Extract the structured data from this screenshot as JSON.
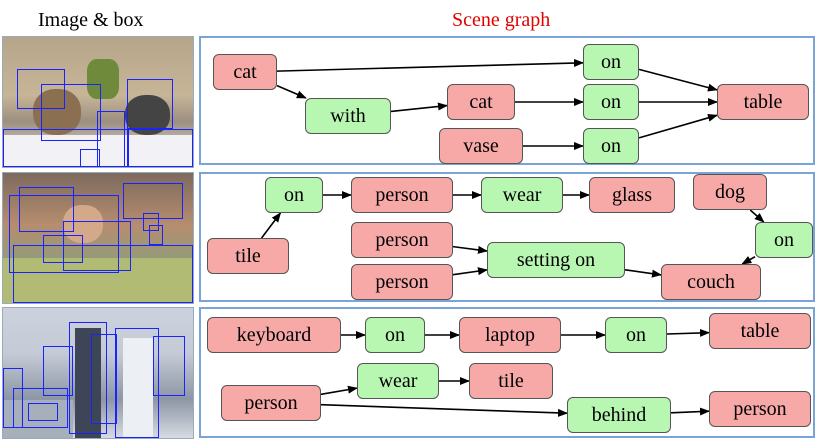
{
  "headers": {
    "left": "Image & box",
    "right": "Scene graph"
  },
  "rows": [
    {
      "nodes": [
        {
          "id": "cat",
          "label": "cat",
          "kind": "object"
        },
        {
          "id": "with",
          "label": "with",
          "kind": "relation"
        },
        {
          "id": "cat2",
          "label": "cat",
          "kind": "object"
        },
        {
          "id": "vase",
          "label": "vase",
          "kind": "object"
        },
        {
          "id": "on1",
          "label": "on",
          "kind": "relation"
        },
        {
          "id": "on2",
          "label": "on",
          "kind": "relation"
        },
        {
          "id": "on3",
          "label": "on",
          "kind": "relation"
        },
        {
          "id": "table",
          "label": "table",
          "kind": "object"
        }
      ],
      "edges": [
        [
          "cat",
          "on1"
        ],
        [
          "cat",
          "with"
        ],
        [
          "with",
          "cat2"
        ],
        [
          "cat2",
          "on2"
        ],
        [
          "vase",
          "on3"
        ],
        [
          "on1",
          "table"
        ],
        [
          "on2",
          "table"
        ],
        [
          "on3",
          "table"
        ]
      ]
    },
    {
      "nodes": [
        {
          "id": "tile",
          "label": "tile",
          "kind": "object"
        },
        {
          "id": "on",
          "label": "on",
          "kind": "relation"
        },
        {
          "id": "person",
          "label": "person",
          "kind": "object"
        },
        {
          "id": "wear",
          "label": "wear",
          "kind": "relation"
        },
        {
          "id": "glass",
          "label": "glass",
          "kind": "object"
        },
        {
          "id": "dog",
          "label": "dog",
          "kind": "object"
        },
        {
          "id": "on2",
          "label": "on",
          "kind": "relation"
        },
        {
          "id": "person2",
          "label": "person",
          "kind": "object"
        },
        {
          "id": "person3",
          "label": "person",
          "kind": "object"
        },
        {
          "id": "setting",
          "label": "setting on",
          "kind": "relation"
        },
        {
          "id": "couch",
          "label": "couch",
          "kind": "object"
        }
      ],
      "edges": [
        [
          "tile",
          "on"
        ],
        [
          "on",
          "person"
        ],
        [
          "person",
          "wear"
        ],
        [
          "wear",
          "glass"
        ],
        [
          "dog",
          "on2"
        ],
        [
          "on2",
          "couch"
        ],
        [
          "person2",
          "setting"
        ],
        [
          "person3",
          "setting"
        ],
        [
          "setting",
          "couch"
        ]
      ]
    },
    {
      "nodes": [
        {
          "id": "keyboard",
          "label": "keyboard",
          "kind": "object"
        },
        {
          "id": "on1",
          "label": "on",
          "kind": "relation"
        },
        {
          "id": "laptop",
          "label": "laptop",
          "kind": "object"
        },
        {
          "id": "on2",
          "label": "on",
          "kind": "relation"
        },
        {
          "id": "table",
          "label": "table",
          "kind": "object"
        },
        {
          "id": "person",
          "label": "person",
          "kind": "object"
        },
        {
          "id": "wear",
          "label": "wear",
          "kind": "relation"
        },
        {
          "id": "tile",
          "label": "tile",
          "kind": "object"
        },
        {
          "id": "behind",
          "label": "behind",
          "kind": "relation"
        },
        {
          "id": "person2",
          "label": "person",
          "kind": "object"
        }
      ],
      "edges": [
        [
          "keyboard",
          "on1"
        ],
        [
          "on1",
          "laptop"
        ],
        [
          "laptop",
          "on2"
        ],
        [
          "on2",
          "table"
        ],
        [
          "person",
          "wear"
        ],
        [
          "wear",
          "tile"
        ],
        [
          "person",
          "behind"
        ],
        [
          "behind",
          "person2"
        ]
      ]
    }
  ],
  "colors": {
    "object_fill": "#f7a9a8",
    "relation_fill": "#b8f7b1",
    "box_stroke": "#1a22ff",
    "panel_border": "#7aa3d6",
    "title_red": "#e00000"
  }
}
